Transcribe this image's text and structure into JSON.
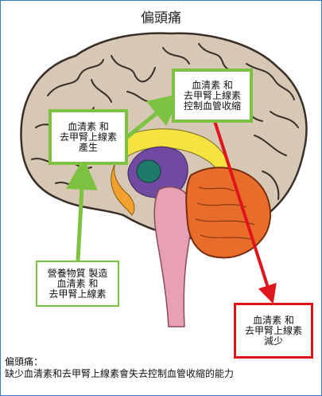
{
  "title": "偏頭痛",
  "boxes": {
    "produce": {
      "line1": "血清素 和",
      "line2": "去甲腎上線素",
      "line3": "產生"
    },
    "vasoconstriction": {
      "line1": "血清素 和",
      "line2": "去甲腎上線素",
      "line3": "控制血管收縮"
    },
    "nutrients": {
      "line1": "營養物質 製造",
      "line2": "血清素 和",
      "line3": "去甲腎上線素"
    },
    "reduced": {
      "line1": "血清素  和",
      "line2": "去甲腎上線素",
      "line3": "減少"
    }
  },
  "caption": {
    "line1": "偏頭痛：",
    "line2": "缺少血清素和去甲腎上線素會失去控制血管收縮的能力"
  },
  "colors": {
    "frame": "#3a78c9",
    "green_arrow": "#7ec241",
    "red_arrow": "#e0151b",
    "brain_cortex": "#d6c8b4",
    "cerebellum": "#e86d2a"
  }
}
